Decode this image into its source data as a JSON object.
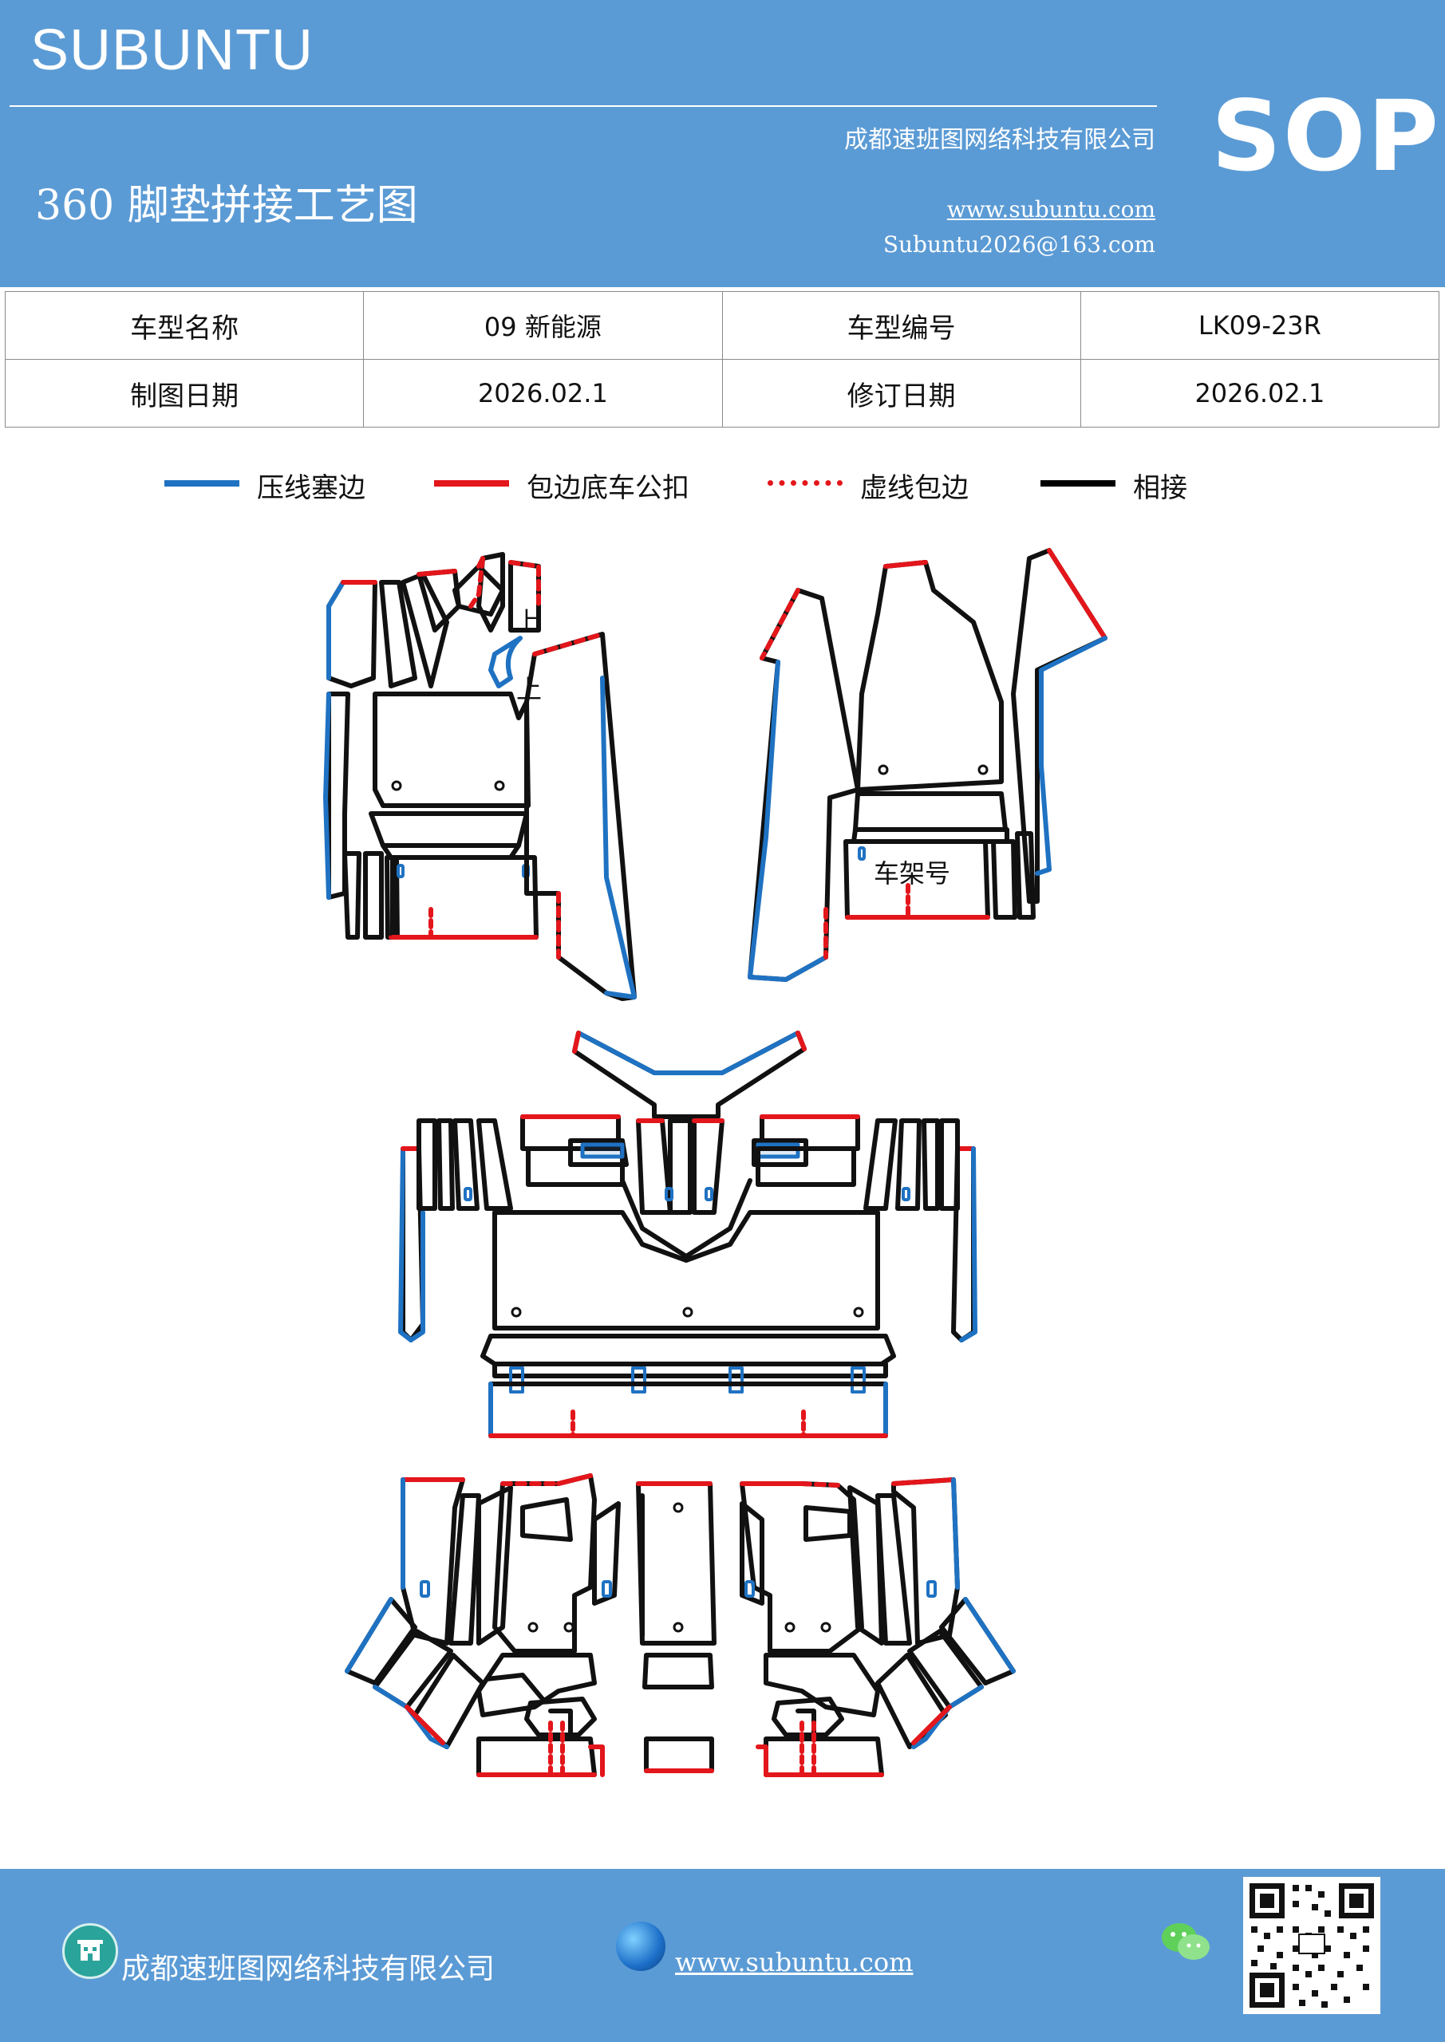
{
  "header": {
    "brand": "SUBUNTU",
    "company": "成都速班图网络科技有限公司",
    "title": "360 脚垫拼接工艺图",
    "website": "www.subuntu.com",
    "email": "Subuntu2026@163.com",
    "doc_type": "SOP"
  },
  "info_table": {
    "rows": [
      [
        {
          "label": "车型名称"
        },
        {
          "value": "09 新能源"
        },
        {
          "label": "车型编号"
        },
        {
          "value": "LK09-23R"
        }
      ],
      [
        {
          "label": "制图日期"
        },
        {
          "value": "2026.02.1"
        },
        {
          "label": "修订日期"
        },
        {
          "value": "2026.02.1"
        }
      ]
    ]
  },
  "legend": {
    "items": [
      {
        "label": "压线塞边",
        "color": "#1f72c2",
        "style": "solid"
      },
      {
        "label": "包边底车公扣",
        "color": "#e3161b",
        "style": "solid"
      },
      {
        "label": "虚线包边",
        "color": "#e3161b",
        "style": "dashed"
      },
      {
        "label": "相接",
        "color": "#000000",
        "style": "solid"
      }
    ]
  },
  "drawing": {
    "labels": {
      "top_mark_1": "上",
      "top_mark_2": "上",
      "vin": "车架号"
    },
    "colors": {
      "blue": "#1f72c2",
      "red": "#e3161b",
      "black": "#111111"
    }
  },
  "footer": {
    "company": "成都速班图网络科技有限公司",
    "website": "www.subuntu.com",
    "icons": [
      "building-icon",
      "globe-icon",
      "wechat-icon",
      "qr-code"
    ]
  }
}
